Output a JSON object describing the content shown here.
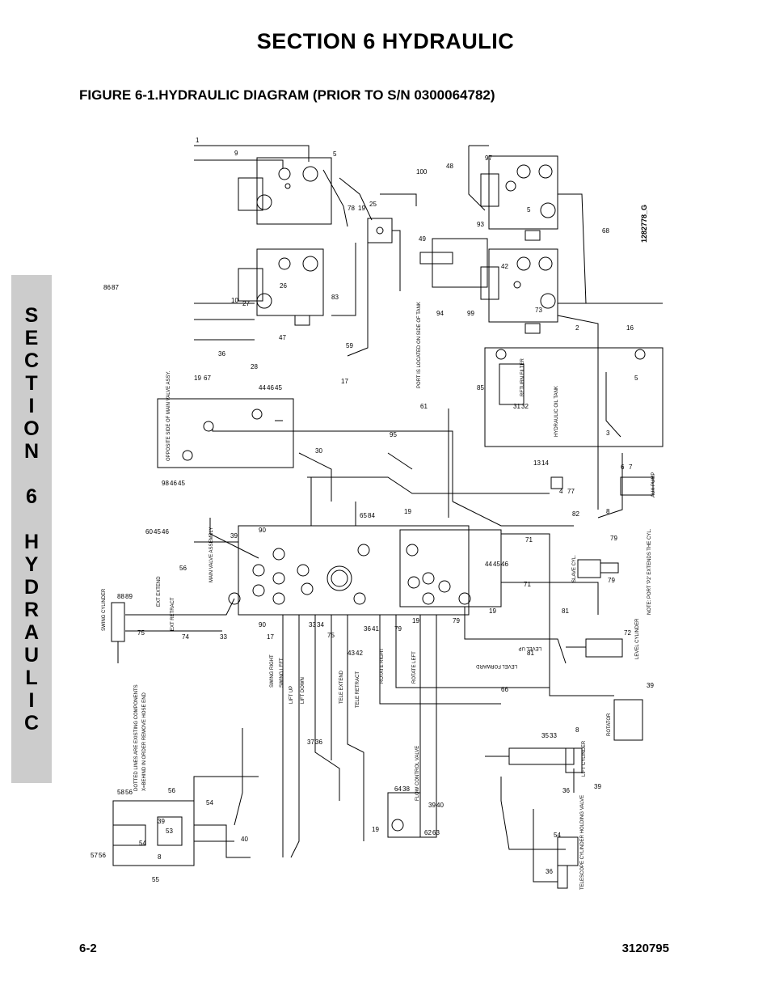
{
  "header": {
    "section_title": "SECTION 6    HYDRAULIC",
    "figure_title": "FIGURE 6-1.HYDRAULIC DIAGRAM (PRIOR TO S/N 0300064782)"
  },
  "side_tab": {
    "letters": [
      "S",
      "E",
      "C",
      "T",
      "I",
      "O",
      "N",
      "",
      "6",
      "",
      "H",
      "Y",
      "D",
      "R",
      "A",
      "U",
      "L",
      "I",
      "C"
    ]
  },
  "diagram": {
    "drawing_number": "1282778_G",
    "component_labels": {
      "main_valve_assembly": "MAIN VALVE ASSEMBLY",
      "hydraulic_oil_tank": "HYDRAULIC OIL TANK",
      "opposite_side_main_valve": "OPPOSITE SIDE OF MAIN VALVE ASSY.",
      "swing_cylinder": "SWING CYLINDER",
      "telescope_cylinder": "TELESCOPE CYLINDER HOLDING VALVE",
      "lift_cylinder": "LIFT CYLINDER",
      "level_cylinder": "LEVEL CYLINDER",
      "rotator": "ROTATOR",
      "return_filter": "RETURN FILTER",
      "aux_pump": "AUX PUMP",
      "slave_cyl": "SLAVE CYL.",
      "ext_retract": "EXT RETRACT",
      "ext_extend": "EXT EXTEND",
      "swing_right": "SWING RIGHT",
      "swing_left": "SWING LEFT",
      "lift_up": "LIFT UP",
      "lift_down": "LIFT DOWN",
      "tele_extend": "TELE EXTEND",
      "tele_retract": "TELE RETRACT",
      "rotate_right": "ROTATE RIGHT",
      "rotate_left": "ROTATE LEFT",
      "level_up": "LEVEL UP",
      "level_forward": "LEVEL FORWARD",
      "flow_control": "FLOW CONTROL VALVE"
    },
    "notes": {
      "dotted_lines": "DOTTED LINES ARE EXISTING COMPONENTS",
      "hose_note": "X=BEHIND IN ORDER REMOVE HOSE END",
      "port_note": "NOTE: PORT 'P2' EXTENDS THE CYL.",
      "port_loc": "PORT IS LOCATED ON SIDE OF TANK"
    },
    "callouts": [
      "1",
      "9",
      "5",
      "100",
      "48",
      "97",
      "25",
      "19",
      "78",
      "68",
      "49",
      "93",
      "42",
      "5",
      "73",
      "2",
      "16",
      "94",
      "99",
      "86",
      "87",
      "10",
      "27",
      "26",
      "83",
      "59",
      "17",
      "47",
      "28",
      "36",
      "19",
      "67",
      "44",
      "46",
      "45",
      "30",
      "95",
      "61",
      "85",
      "31",
      "32",
      "3",
      "5",
      "6",
      "7",
      "13",
      "14",
      "4",
      "77",
      "82",
      "8",
      "98",
      "46",
      "45",
      "60",
      "45",
      "46",
      "39",
      "56",
      "90",
      "65",
      "84",
      "19",
      "44",
      "45",
      "46",
      "79",
      "71",
      "71",
      "79",
      "88",
      "89",
      "75",
      "74",
      "33",
      "90",
      "17",
      "33",
      "34",
      "75",
      "43",
      "42",
      "36",
      "41",
      "79",
      "19",
      "79",
      "19",
      "81",
      "72",
      "81",
      "66",
      "39",
      "8",
      "35",
      "33",
      "36",
      "37",
      "36",
      "39",
      "58",
      "56",
      "56",
      "55",
      "54",
      "39",
      "54",
      "8",
      "53",
      "40",
      "64",
      "38",
      "39",
      "40",
      "19",
      "62",
      "63",
      "36",
      "54",
      "57",
      "56"
    ]
  }
}
